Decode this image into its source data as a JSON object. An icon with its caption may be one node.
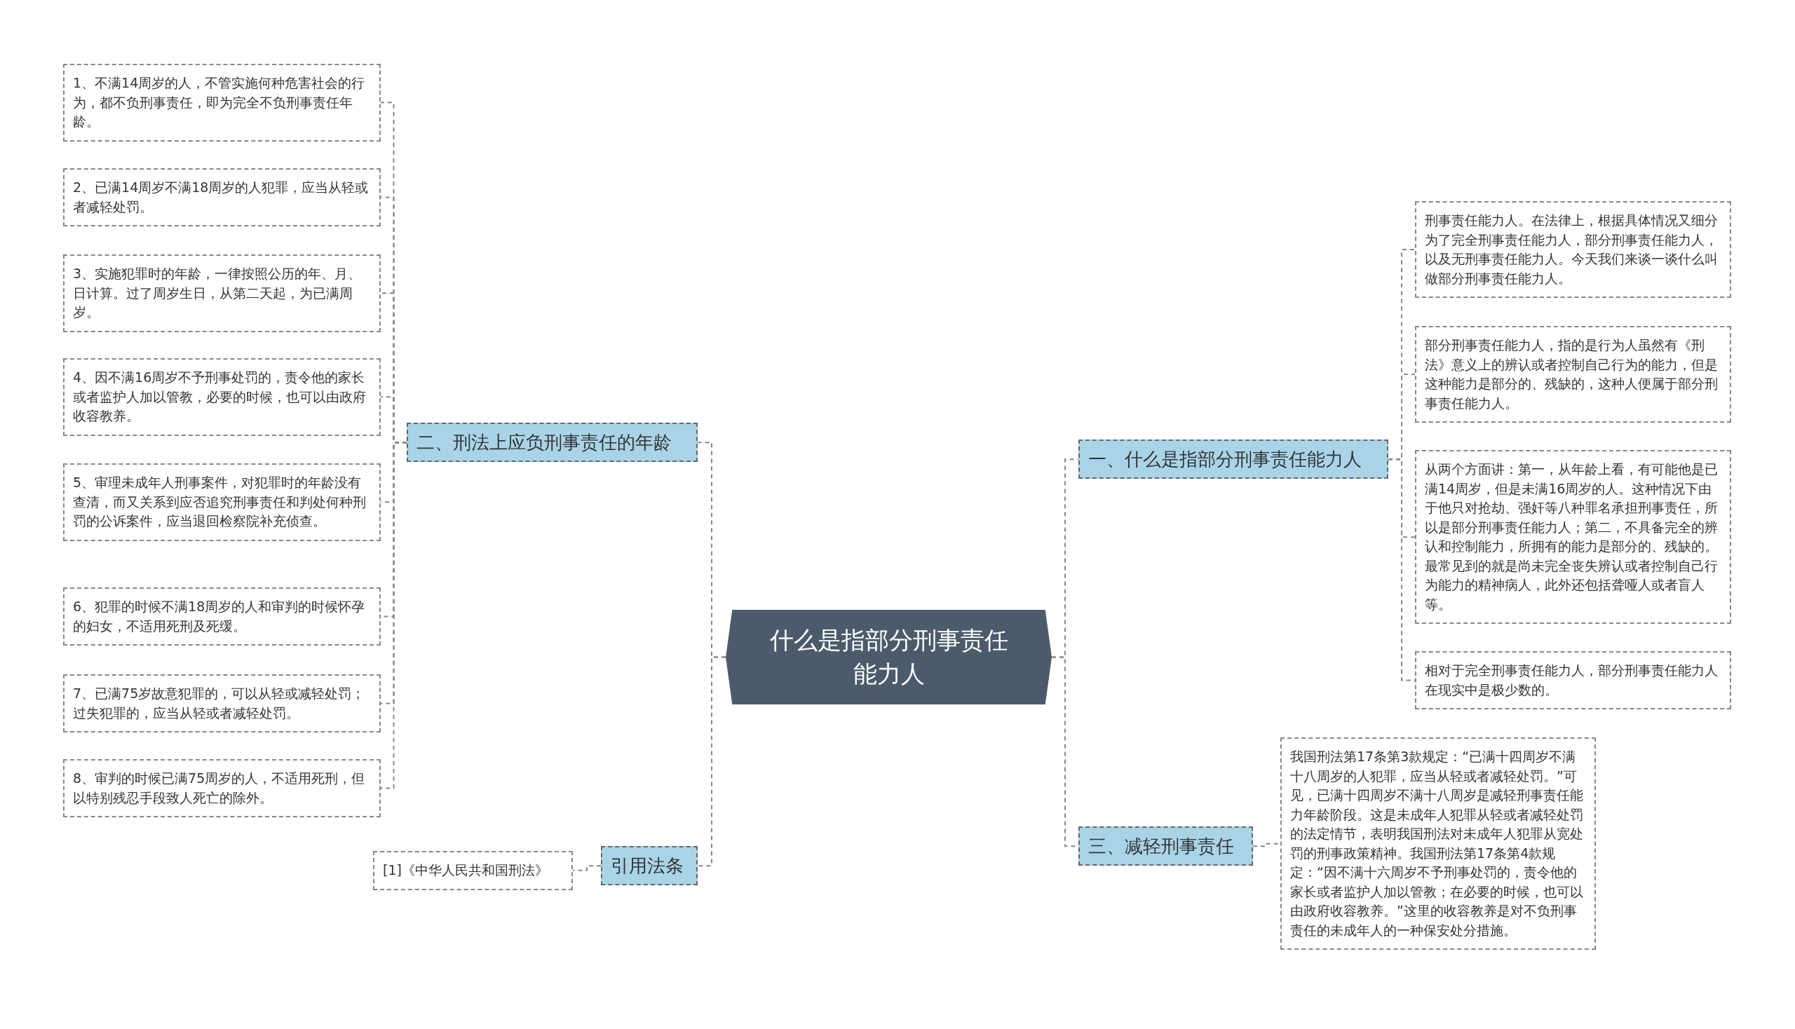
{
  "diagram": {
    "nodes": [
      {
        "text": [
          "什么是指部分刑事责任能力人"
        ]
      },
      {
        "text": [
          "二、刑法上应负刑事责任的年龄"
        ]
      },
      {
        "text": [
          "1、不满14周岁的人，不管实施何种危害社会的行为，都不负刑事责任，即为完全不负刑事责任年龄。"
        ]
      },
      {
        "text": [
          "2、已满14周岁不满18周岁的人犯罪，应当从轻或者减轻处罚。"
        ]
      },
      {
        "text": [
          "3、实施犯罪时的年龄，一律按照公历的年、月、日计算。过了周岁生日，从第二天起，为已满周岁。"
        ]
      },
      {
        "text": [
          "4、因不满16周岁不予刑事处罚的，责令他的家长或者监护人加以管教，必要的时候，也可以由政府收容教养。"
        ]
      },
      {
        "text": [
          "5、审理未成年人刑事案件，对犯罪时的年龄没有查清，而又关系到应否追究刑事责任和判处何种刑罚的公诉案件，应当退回检察院补充侦查。"
        ]
      },
      {
        "text": [
          "6、犯罪的时候不满18周岁的人和审判的时候怀孕的妇女，不适用死刑及死缓。"
        ]
      },
      {
        "text": [
          "7、已满75岁故意犯罪的，可以从轻或减轻处罚；过失犯罪的，应当从轻或者减轻处罚。"
        ]
      },
      {
        "text": [
          "8、审判的时候已满75周岁的人，不适用死刑，但以特别残忍手段致人死亡的除外。"
        ]
      },
      {
        "text": [
          "引用法条"
        ]
      },
      {
        "text": [
          "[1]《中华人民共和国刑法》"
        ]
      },
      {
        "text": [
          "一、什么是指部分刑事责任能力人"
        ]
      },
      {
        "text": [
          "刑事责任能力人。在法律上，根据具体情况又细分为了完全刑事责任能力人，部分刑事责任能力人，以及无刑事责任能力人。今天我们来谈一谈什么叫做部分刑事责任能力人。"
        ]
      },
      {
        "text": [
          "部分刑事责任能力人，指的是行为人虽然有《刑法》意义上的辨认或者控制自己行为的能力，但是这种能力是部分的、残缺的，这种人便属于部分刑事责任能力人。"
        ]
      },
      {
        "text": [
          "从两个方面讲：第一，从年龄上看，有可能他是已满14周岁，但是未满16周岁的人。这种情况下由于他只对抢劫、强奸等八种罪名承担刑事责任，所以是部分刑事责任能力人；第二，不具备完全的辨认和控制能力，所拥有的能力是部分的、残缺的。最常见到的就是尚未完全丧失辨认或者控制自己行为能力的精神病人，此外还包括聋哑人或者盲人等。"
        ]
      },
      {
        "text": [
          "相对于完全刑事责任能力人，部分刑事责任能力人在现实中是极少数的。"
        ]
      },
      {
        "text": [
          "三、减轻刑事责任"
        ]
      },
      {
        "text": [
          "我国刑法第17条第3款规定：“已满十四周岁不满十八周岁的人犯罪，应当从轻或者减轻处罚。”可见，已满十四周岁不满十八周岁是减轻刑事责任能力年龄阶段。这是未成年人犯罪从轻或者减轻处罚的法定情节，表明我国刑法对未成年人犯罪从宽处罚的刑事政策精神。我国刑法第17条第4款规定：“因不满十六周岁不予刑事处罚的，责令他的家长或者监护人加以管教；在必要的时候，也可以由政府收容教养。”这里的收容教养是对不负刑事责任的未成年人的一种保安处分措施。"
        ]
      }
    ],
    "edges": [
      {
        "from": 0,
        "to": 1,
        "arrow": "none"
      },
      {
        "from": 1,
        "to": 2,
        "arrow": "none"
      },
      {
        "from": 1,
        "to": 3,
        "arrow": "none"
      },
      {
        "from": 1,
        "to": 4,
        "arrow": "none"
      },
      {
        "from": 1,
        "to": 5,
        "arrow": "none"
      },
      {
        "from": 1,
        "to": 6,
        "arrow": "none"
      },
      {
        "from": 1,
        "to": 7,
        "arrow": "none"
      },
      {
        "from": 1,
        "to": 8,
        "arrow": "none"
      },
      {
        "from": 1,
        "to": 9,
        "arrow": "none"
      },
      {
        "from": 0,
        "to": 10,
        "arrow": "none"
      },
      {
        "from": 10,
        "to": 11,
        "arrow": "none"
      },
      {
        "from": 0,
        "to": 12,
        "arrow": "none"
      },
      {
        "from": 12,
        "to": 13,
        "arrow": "none"
      },
      {
        "from": 12,
        "to": 14,
        "arrow": "none"
      },
      {
        "from": 12,
        "to": 15,
        "arrow": "none"
      },
      {
        "from": 12,
        "to": 16,
        "arrow": "none"
      },
      {
        "from": 0,
        "to": 17,
        "arrow": "none"
      },
      {
        "from": 17,
        "to": 18,
        "arrow": "none"
      }
    ]
  }
}
